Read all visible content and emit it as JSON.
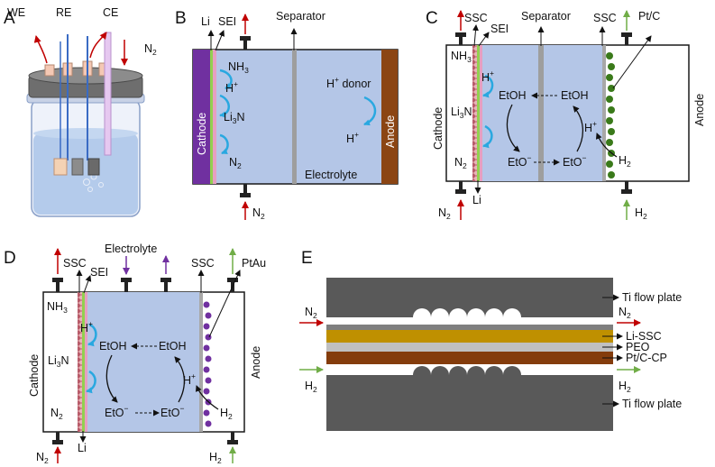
{
  "panels": {
    "a": {
      "letter": "A",
      "we": "WE",
      "re": "RE",
      "ce": "CE",
      "n2_main": "N",
      "n2_sub": "2"
    },
    "b": {
      "letter": "B",
      "li": "Li",
      "sei": "SEI",
      "separator": "Separator",
      "nh3_main": "NH",
      "nh3_sub": "3",
      "hplus_main": "H",
      "hplus_sup": "+",
      "li3n_a": "Li",
      "li3n_sub": "3",
      "li3n_b": "N",
      "n2_main": "N",
      "n2_sub": "2",
      "hdonor_a": "H",
      "hdonor_sup": "+",
      "hdonor_b": " donor",
      "cathode": "Cathode",
      "anode": "Anode",
      "electrolyte": "Electrolyte",
      "n2in_main": "N",
      "n2in_sub": "2"
    },
    "c": {
      "letter": "C",
      "ssc_left": "SSC",
      "sei": "SEI",
      "separator": "Separator",
      "ssc_right": "SSC",
      "ptc": "Pt/C",
      "nh3_main": "NH",
      "nh3_sub": "3",
      "hplus_main": "H",
      "hplus_sup": "+",
      "li3n_a": "Li",
      "li3n_sub": "3",
      "li3n_b": "N",
      "n2_main": "N",
      "n2_sub": "2",
      "etoh_left": "EtOH",
      "etoh_right": "EtOH",
      "eto_left": "EtO",
      "eto_right": "EtO",
      "minus": "−",
      "h2_main": "H",
      "h2_sub": "2",
      "cathode": "Cathode",
      "anode": "Anode",
      "li": "Li",
      "n2in_main": "N",
      "n2in_sub": "2",
      "h2in_main": "H",
      "h2in_sub": "2"
    },
    "d": {
      "letter": "D",
      "ssc_left": "SSC",
      "sei": "SEI",
      "electrolyte": "Electrolyte",
      "ssc_right": "SSC",
      "ptau": "PtAu",
      "nh3_main": "NH",
      "nh3_sub": "3",
      "hplus_main": "H",
      "hplus_sup": "+",
      "li3n_a": "Li",
      "li3n_sub": "3",
      "li3n_b": "N",
      "n2_main": "N",
      "n2_sub": "2",
      "etoh_left": "EtOH",
      "etoh_right": "EtOH",
      "eto_left": "EtO",
      "eto_right": "EtO",
      "minus": "−",
      "h2_main": "H",
      "h2_sub": "2",
      "cathode": "Cathode",
      "anode": "Anode",
      "li": "Li",
      "n2in_main": "N",
      "n2in_sub": "2",
      "h2in_main": "H",
      "h2in_sub": "2"
    },
    "e": {
      "letter": "E",
      "n2_left_main": "N",
      "n2_left_sub": "2",
      "n2_right_main": "N",
      "n2_right_sub": "2",
      "h2_left_main": "H",
      "h2_left_sub": "2",
      "h2_right_main": "H",
      "h2_right_sub": "2",
      "ti_top": "Ti flow plate",
      "li_ssc": "Li-SSC",
      "peo": "PEO",
      "ptc_cp": "Pt/C-CP",
      "ti_bottom": "Ti flow plate"
    }
  },
  "colors": {
    "electrolyte": "#b4c6e7",
    "cathode_b": "#7030a0",
    "anode": "#8b4513",
    "frame": "#1a1a1a",
    "separator": "#9e9e9e",
    "red_arrow": "#c00000",
    "green_arrow": "#70ad47",
    "purple_arrow": "#7030a0",
    "blue_swirl": "#29a8e0",
    "ti_plate": "#595959",
    "li_ssc": "#bf9000",
    "peo": "#c0c0c0",
    "ptc_cp": "#843c0c"
  }
}
